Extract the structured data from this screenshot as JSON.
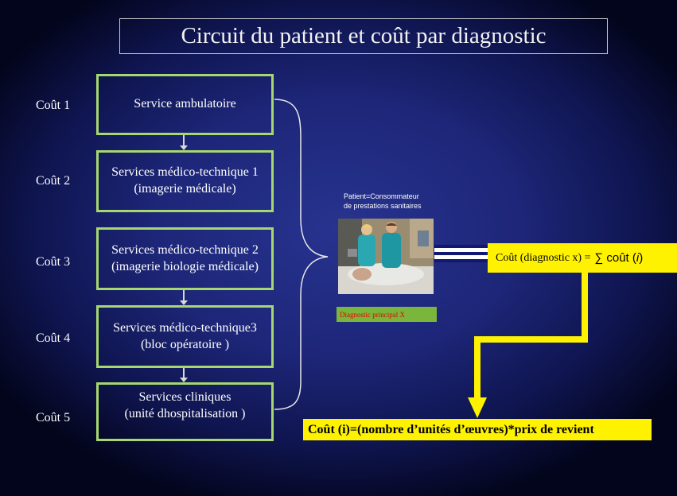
{
  "title": "Circuit du patient et coût par diagnostic",
  "costs": [
    "Coût 1",
    "Coût 2",
    "Coût 3",
    "Coût 4",
    "Coût 5"
  ],
  "services": [
    {
      "line1": "Service ambulatoire",
      "line2": ""
    },
    {
      "line1": "Services médico-technique 1",
      "line2": "(imagerie médicale)"
    },
    {
      "line1": "Services médico-technique 2",
      "line2": "(imagerie biologie médicale)"
    },
    {
      "line1": "Services médico-technique3",
      "line2": "(bloc opératoire )"
    },
    {
      "line1": "Services cliniques",
      "line2": "(unité dhospitalisation )"
    }
  ],
  "patient": {
    "line1": "Patient=Consommateur",
    "line2": "de prestations sanitaires"
  },
  "diagnostic_label": "Diagnostic principal X",
  "result": {
    "text": "Coût (diagnostic x) =",
    "sum": "∑ coût (",
    "var": "i",
    "close": ")"
  },
  "formula": "Coût (i)=(nombre d’unités d’œuvres)*prix de revient",
  "colors": {
    "box_border": "#a6d86f",
    "highlight": "#fff200",
    "diagnostic_box": "#7ab63c",
    "diagnostic_text": "#e60000",
    "background": "#1d2678"
  }
}
